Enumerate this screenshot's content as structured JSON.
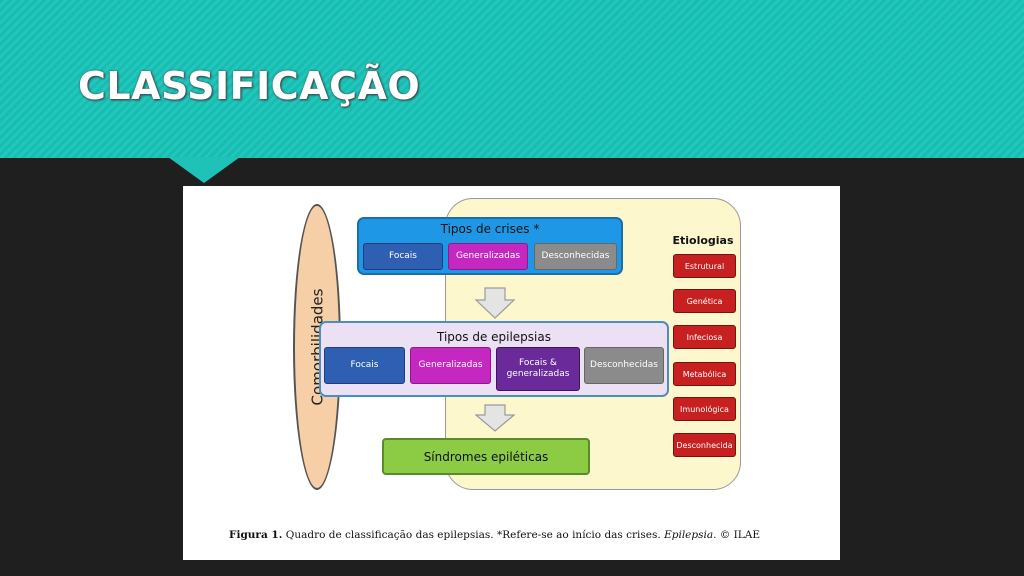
{
  "slide": {
    "title": "CLASSIFICAÇÃO"
  },
  "figure": {
    "comorbidades": "Comorbilidades",
    "crises": {
      "title": "Tipos de crises *",
      "items": [
        "Focais",
        "Generalizadas",
        "Desconhecidas"
      ]
    },
    "epilepsias": {
      "title": "Tipos de epilepsias",
      "items": [
        "Focais",
        "Generalizadas",
        "Focais & generalizadas",
        "Desconhecidas"
      ]
    },
    "sindromes": "Síndromes epiléticas",
    "etiologias": {
      "title": "Etiologias",
      "items": [
        "Estrutural",
        "Genética",
        "Infeciosa",
        "Metabólica",
        "Imunológica",
        "Desconhecida"
      ]
    },
    "caption": {
      "label": "Figura 1.",
      "text": " Quadro de classificação das epilepsias. *Refere-se ao início das crises. ",
      "journal": "Epilepsia",
      "credit": ". © ILAE"
    }
  },
  "colors": {
    "banner": "#1fc2b7",
    "background": "#1f1f1f",
    "etiology_panel": "#fcf7cc",
    "focal": "#2e5fb3",
    "generalized": "#c428c0",
    "unknown": "#8b8b8b",
    "combined": "#6a2a9a",
    "syndromes": "#8ccc45",
    "etiology_item": "#c72020",
    "comorbidities": "#f6cfa6"
  }
}
